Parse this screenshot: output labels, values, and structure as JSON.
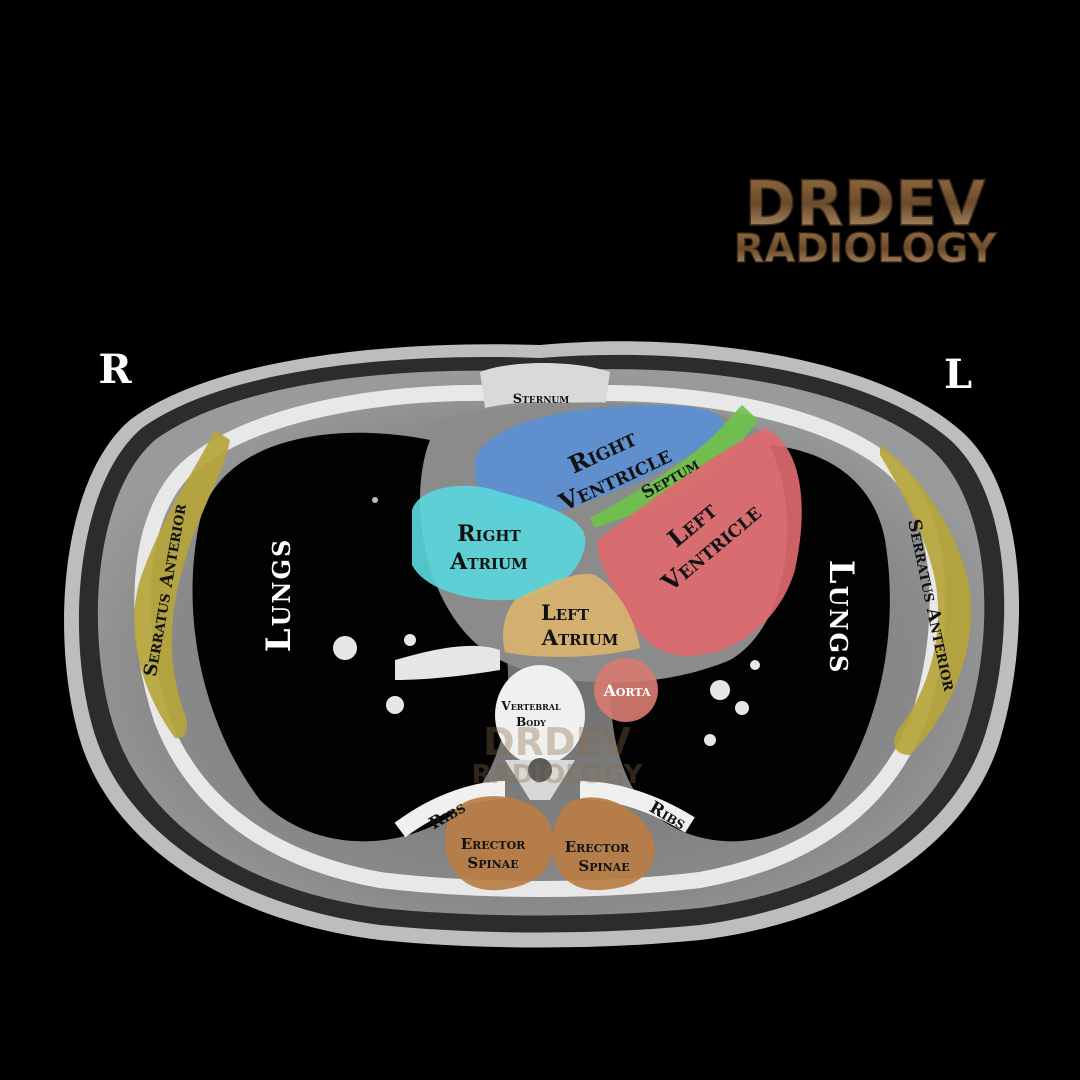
{
  "watermark": {
    "line1": "DRDEV",
    "line2": "RADIOLOGY"
  },
  "orientation": {
    "right": "R",
    "left": "L"
  },
  "labels": {
    "sternum": "Sternum",
    "right_ventricle": [
      "Right",
      "Ventricle"
    ],
    "septum": "Septum",
    "right_atrium": [
      "Right",
      "Atrium"
    ],
    "left_ventricle": [
      "Left",
      "Ventricle"
    ],
    "left_atrium": [
      "Left",
      "Atrium"
    ],
    "aorta": "Aorta",
    "vertebral_body": [
      "Vertebral",
      "Body"
    ],
    "lungs_right": "Lungs",
    "lungs_left": "Lungs",
    "serratus_right": "Serratus Anterior",
    "serratus_left": "Serratus Anterior",
    "ribs_right": "Ribs",
    "ribs_left": "Ribs",
    "erector_right": [
      "Erector",
      "Spinae"
    ],
    "erector_left": [
      "Erector",
      "Spinae"
    ]
  },
  "colors": {
    "right_ventricle": "#5b8fd1",
    "septum": "#6cc24a",
    "right_atrium": "#5ad6db",
    "left_ventricle": "#dd6a6f",
    "left_atrium": "#d9b36c",
    "aorta": "#d77b70",
    "serratus": "#b6a53a",
    "erector": "#b97d45",
    "watermark": "#7a5532"
  }
}
